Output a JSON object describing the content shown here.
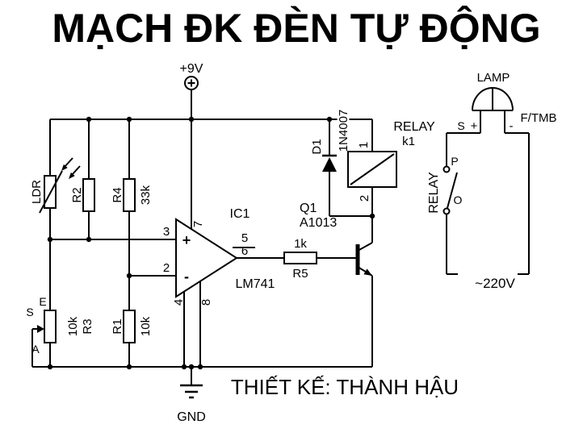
{
  "title": "MẠCH ĐK ĐÈN TỰ ĐỘNG",
  "footer": "THIẾT KẾ: THÀNH HẬU",
  "power": {
    "label": "+9V"
  },
  "ground": {
    "label": "GND"
  },
  "ldr": {
    "label": "LDR"
  },
  "resistors": {
    "r2": {
      "name": "R2"
    },
    "r4": {
      "name": "R4",
      "value": "33k"
    },
    "r1": {
      "name": "R1",
      "value": "10k"
    },
    "r3": {
      "name": "R3",
      "value": "10k"
    },
    "r5": {
      "name": "R5",
      "value": "1k"
    }
  },
  "pot": {
    "s": "S",
    "e": "E",
    "a": "A"
  },
  "opamp": {
    "name": "IC1",
    "part": "LM741",
    "pin2": "2",
    "pin3": "3",
    "pin4": "4",
    "pin5": "5",
    "pin6": "6",
    "pin7": "7",
    "pin8": "8",
    "plus": "+",
    "minus": "-"
  },
  "diode": {
    "name": "D1",
    "part": "1N4007"
  },
  "relay_coil": {
    "label": "RELAY",
    "name": "k1",
    "pin1": "1",
    "pin2": "2"
  },
  "transistor": {
    "name": "Q1",
    "part": "A1013"
  },
  "lamp": {
    "label": "LAMP",
    "fuse": "F/TMB",
    "s": "S",
    "plus": "+",
    "minus": "-"
  },
  "relay_contact": {
    "label": "RELAY",
    "p": "P",
    "o": "O"
  },
  "mains": {
    "label": "~220V"
  }
}
